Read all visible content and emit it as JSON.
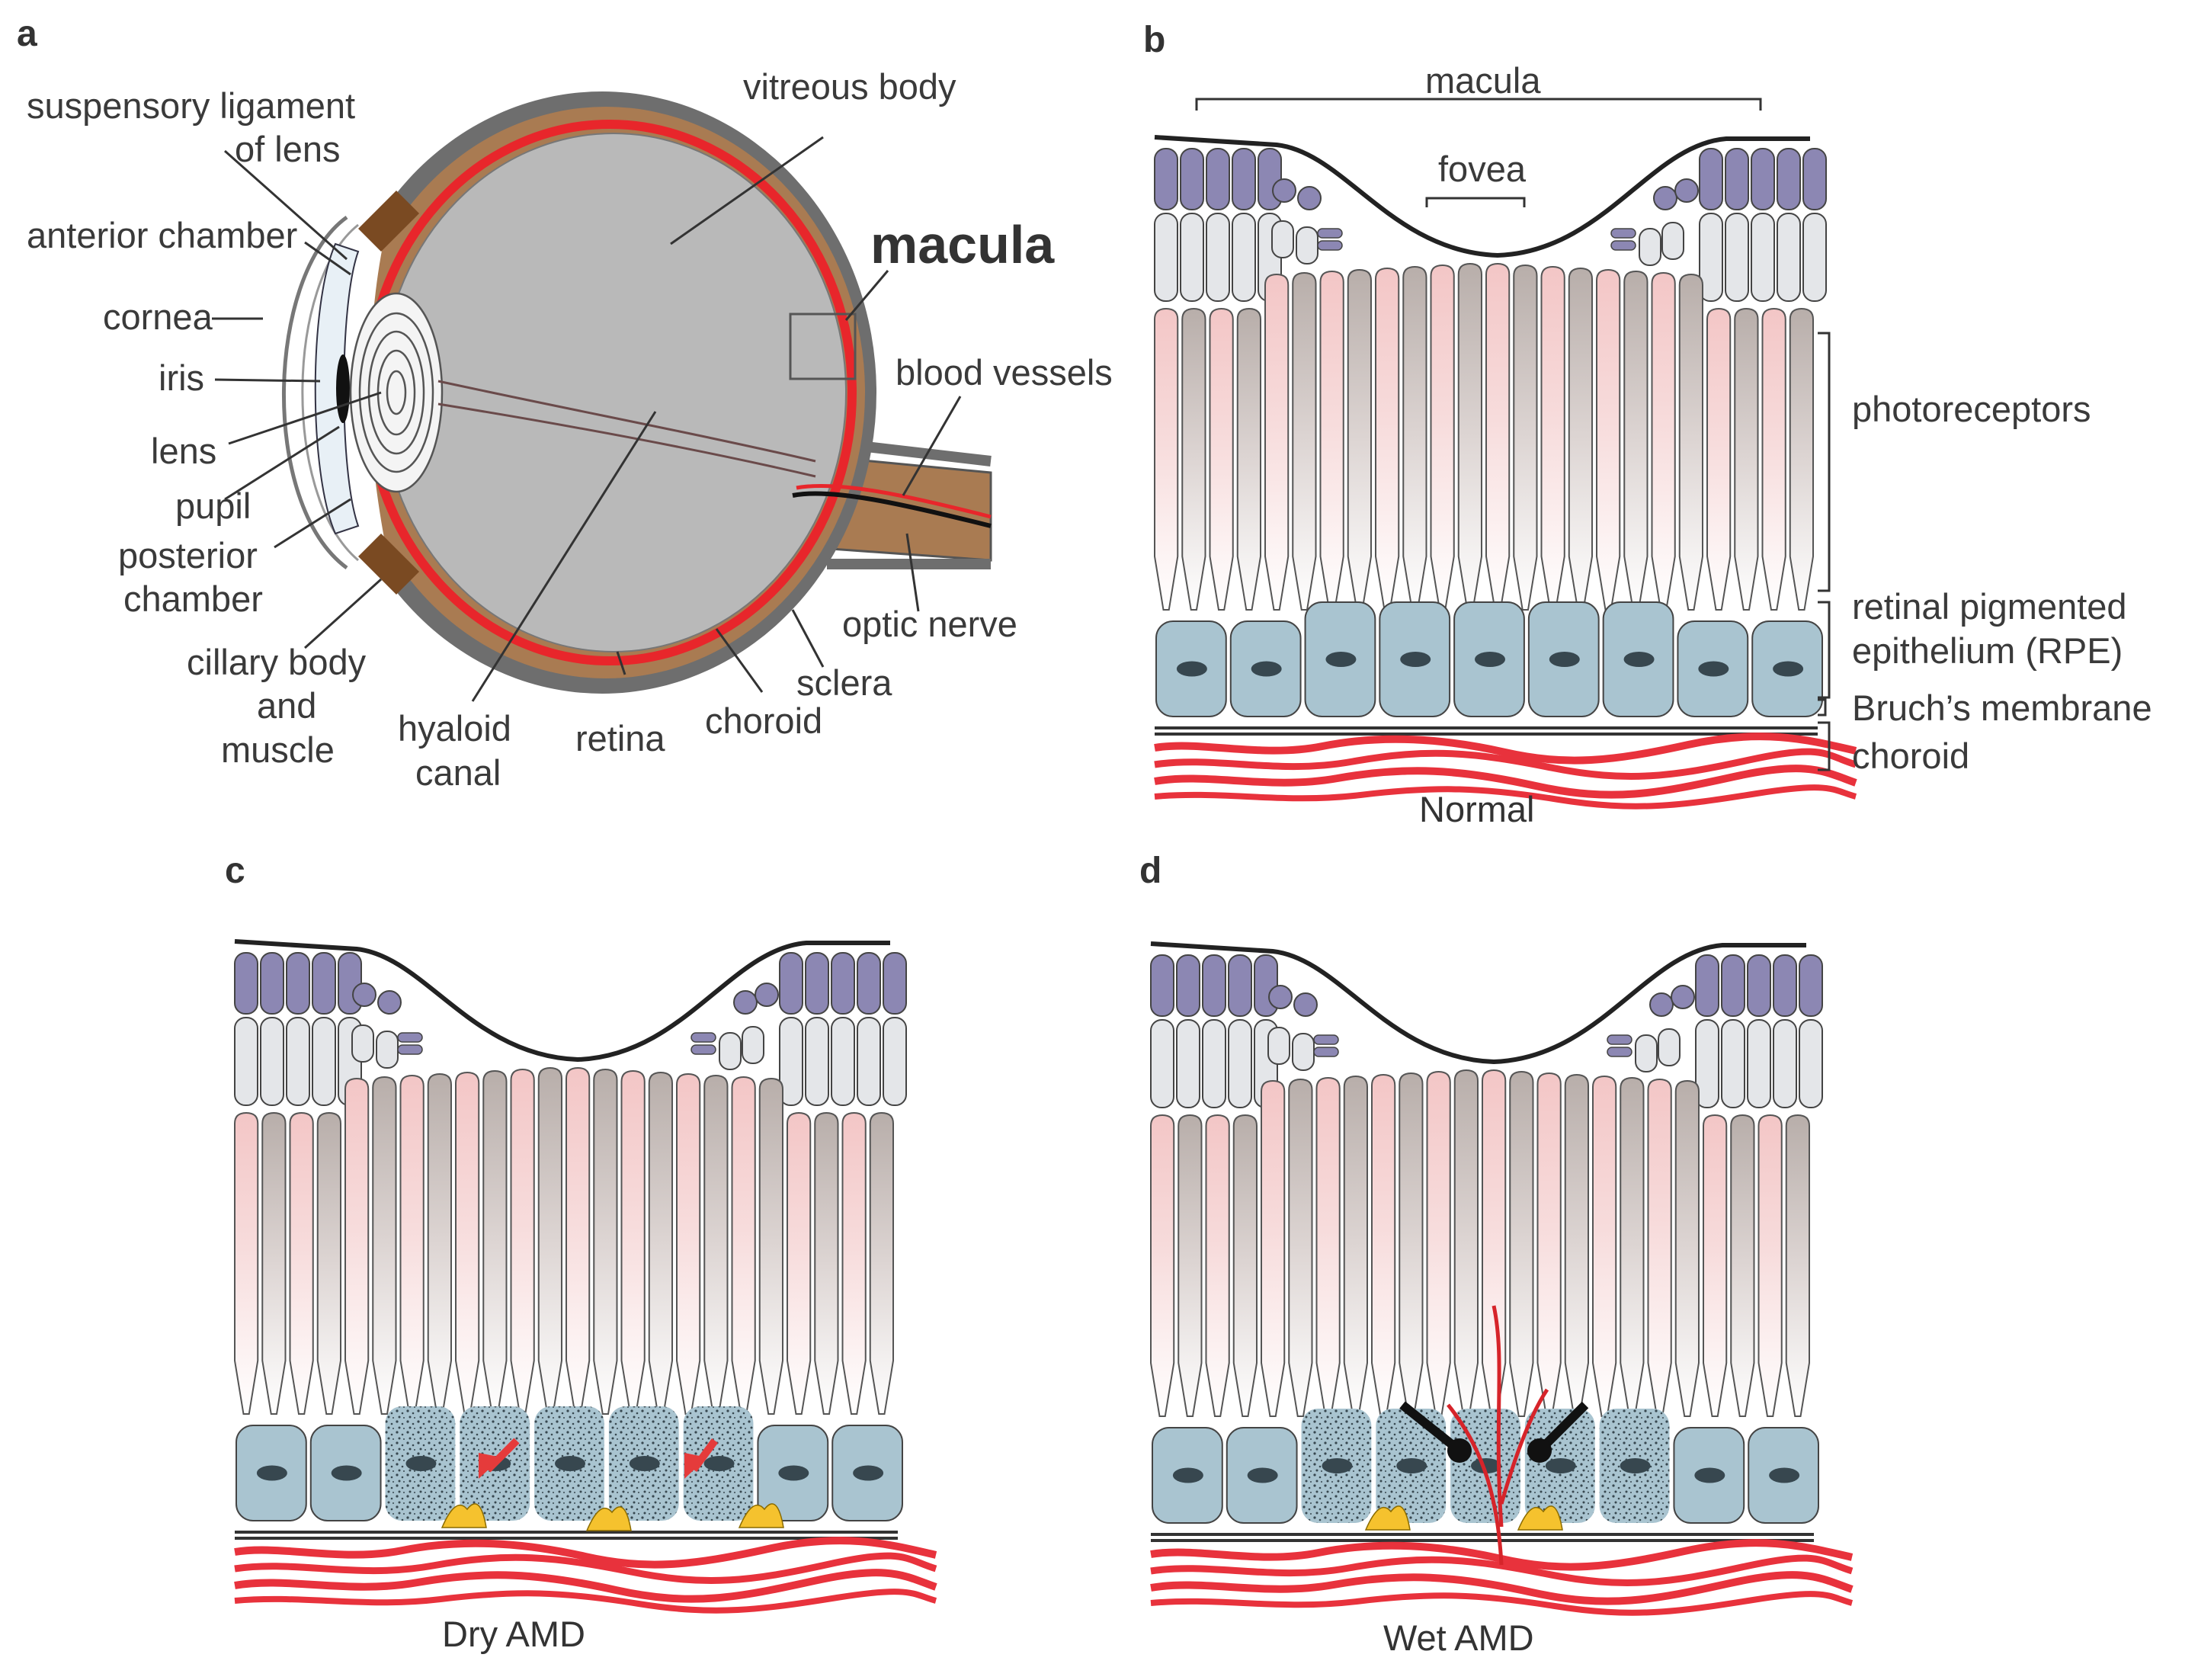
{
  "panels": {
    "a": {
      "letter": "a",
      "labels": {
        "suspensory_ligament_line1": "suspensory ligament",
        "suspensory_ligament_line2": "of lens",
        "anterior_chamber": "anterior chamber",
        "cornea": "cornea",
        "iris": "iris",
        "lens": "lens",
        "pupil": "pupil",
        "posterior_chamber_line1": "posterior",
        "posterior_chamber_line2": "chamber",
        "ciliary_line1": "cillary body",
        "ciliary_line2": "and",
        "ciliary_line3": "muscle",
        "hyaloid_line1": "hyaloid",
        "hyaloid_line2": "canal",
        "retina": "retina",
        "choroid": "choroid",
        "sclera": "sclera",
        "optic_nerve": "optic nerve",
        "blood_vessels": "blood vessels",
        "vitreous_body": "vitreous body",
        "macula": "macula"
      }
    },
    "b": {
      "letter": "b",
      "labels": {
        "macula": "macula",
        "fovea": "fovea",
        "photoreceptors": "photoreceptors",
        "rpe_line1": "retinal pigmented",
        "rpe_line2": "epithelium (RPE)",
        "bruchs": "Bruch’s membrane",
        "choroid": "choroid"
      },
      "caption": "Normal"
    },
    "c": {
      "letter": "c",
      "caption": "Dry AMD"
    },
    "d": {
      "letter": "d",
      "caption": "Wet AMD"
    }
  },
  "colors": {
    "sclera": "#6e6e6e",
    "choroid_brown": "#a97b52",
    "retina_red": "#e8262b",
    "vitreous": "#b9b9b9",
    "ganglion_purple": "#8c87b3",
    "bipolar_gray": "#e4e6e9",
    "rpe_blue": "#a9c4d0",
    "drusen_yellow": "#f5c22e",
    "arrow_red": "#e53b3b",
    "arrow_black": "#111111"
  }
}
